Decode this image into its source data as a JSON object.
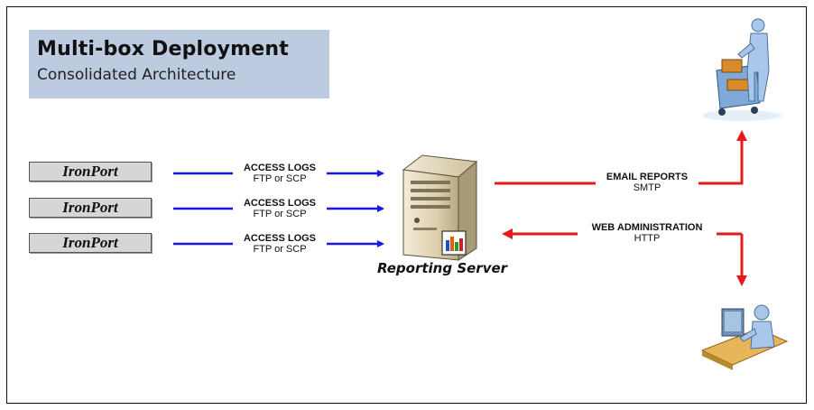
{
  "title": "Multi-box Deployment",
  "subtitle": "Consolidated Architecture",
  "devices": [
    {
      "label": "IronPort"
    },
    {
      "label": "IronPort"
    },
    {
      "label": "IronPort"
    }
  ],
  "links": [
    {
      "protocol_label": "ACCESS LOGS",
      "transport_label": "FTP or SCP"
    },
    {
      "protocol_label": "ACCESS LOGS",
      "transport_label": "FTP or SCP"
    },
    {
      "protocol_label": "ACCESS LOGS",
      "transport_label": "FTP or SCP"
    }
  ],
  "server": {
    "label": "Reporting Server"
  },
  "email_link": {
    "protocol_label": "EMAIL REPORTS",
    "transport_label": "SMTP"
  },
  "web_link": {
    "protocol_label": "WEB ADMINISTRATION",
    "transport_label": "HTTP"
  },
  "colors": {
    "inbound_arrow": "#1717e6",
    "outbound_arrow": "#e61a1a",
    "title_bg": "#bccbe0"
  },
  "icons": [
    "server-tower-icon",
    "report-chart-icon",
    "mail-clerk-icon",
    "admin-workstation-icon"
  ]
}
